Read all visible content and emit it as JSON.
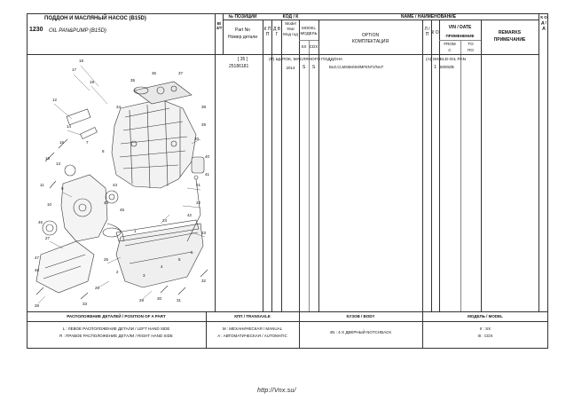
{
  "header": {
    "group_title_ru": "ПОДДОН И МАСЛЯНЫЙ НАСОС (B15D)",
    "group_code": "1230",
    "group_title_en": "OIL PAN&PUMP (B15D)",
    "col_seq": "В/З/Т",
    "col_position": "№ ПОЗИЦИИ",
    "col_code": "КОД / К",
    "col_name": "NAME / НАИМЕНОВАНИЕ",
    "col_kod_right": "К О Д / Д",
    "part_no_en": "Part No",
    "part_no_ru": "Номер детали",
    "kpp": "К П П",
    "dvg": "Д В Г",
    "model_year": "Model Year Мод год",
    "model": "MODEL МОДЕЛЬ",
    "sx": "SX",
    "cdx": "CDX",
    "option_en": "OPTION",
    "option_ru": "КОМПЛЕКТАЦИЯ",
    "lp": "Л / П",
    "ko": "К О",
    "vin_date": "VIN / DATE",
    "primenenie": "ПРИМЕНЕНИЕ",
    "from_en": "FROM",
    "from_ru": "С",
    "to_en": "TO",
    "to_ru": "ПО",
    "remarks_en": "REMARKS",
    "remarks_ru": "ПРИМЕЧАНИЕ"
  },
  "row": {
    "position": "[ 35 ]",
    "part_no": "25186181",
    "year": "2014",
    "sx": "S",
    "cdx": "S",
    "name_ru": "(P) ЩИТОК, МАСЛЯНОГО ПОДДОНА",
    "option": "BLD,CLMS6M/4M/MFENT2/NU7",
    "name_en": "(A) SHIELD-OIL PAN",
    "qty": "1",
    "from": "5000ZB"
  },
  "footer": {
    "h_position": "РАСПОЛОЖЕНИЕ ДЕТАЛЕЙ / POSITION OF A PART",
    "h_transaxle": "КПП / TRANSAXLE",
    "h_body": "КУЗОВ / BODY",
    "h_model": "МОДЕЛЬ / MODEL",
    "left_line1": "L : ЛЕВОЕ РАСПОЛОЖЕНИЕ ДЕТАЛИ / LEFT HAND SIDE",
    "left_line2": "R : ПРАВОЕ РАСПОЛОЖЕНИЕ ДЕТАЛИ / RIGHT HAND SIDE",
    "trans_line1": "M : МЕХАНИЧЕСКАЯ / MANUAL",
    "trans_line2": "A : АВТОМАТИЧЕСКАЯ / AUTOMATIC",
    "body_line": "4N : 4-Х ДВЕРНЫЙ NOTCHBACK",
    "model_line1": "II : SX",
    "model_line2": "III : CDX"
  },
  "diagram_callouts": [
    "17",
    "18",
    "19",
    "12",
    "14",
    "15",
    "16",
    "13",
    "11",
    "9",
    "10",
    "20",
    "21",
    "22",
    "23",
    "24",
    "25",
    "26",
    "27",
    "28",
    "29",
    "30",
    "31",
    "32",
    "33",
    "34",
    "35",
    "36",
    "37",
    "38",
    "39",
    "40",
    "41",
    "42",
    "43",
    "44",
    "45",
    "46",
    "47",
    "48",
    "1",
    "2",
    "3",
    "4",
    "5",
    "6",
    "7",
    "8"
  ],
  "url": "http://Vnx.su/"
}
